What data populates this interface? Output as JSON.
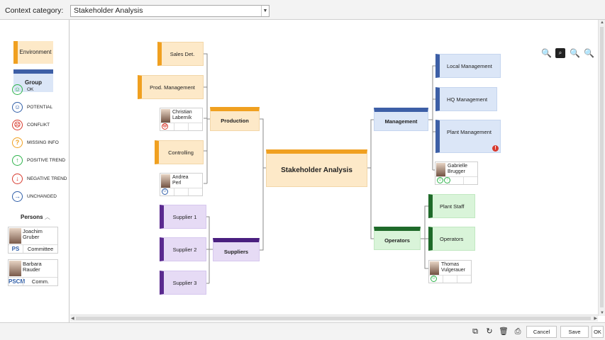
{
  "header": {
    "context_label": "Context category:",
    "context_value": "Stakeholder Analysis"
  },
  "legend": {
    "environment": "Environment",
    "group": "Group",
    "statuses": [
      {
        "label": "OK",
        "symbol": "☺",
        "color": "green"
      },
      {
        "label": "POTENTIAL",
        "symbol": "☺",
        "color": "blue"
      },
      {
        "label": "CONFLIKT",
        "symbol": "☹",
        "color": "red"
      },
      {
        "label": "MISSING INFO",
        "symbol": "?",
        "color": "orange"
      },
      {
        "label": "POSITIVE TREND",
        "symbol": "↑",
        "color": "green"
      },
      {
        "label": "NEGATIVE TREND",
        "symbol": "↓",
        "color": "red"
      },
      {
        "label": "UNCHANGED",
        "symbol": "→",
        "color": "blue"
      }
    ],
    "persons_header": "Persons",
    "persons": [
      {
        "name": "Joachim Gruber",
        "line1": "Joachim",
        "line2": "Gruber",
        "initials": "PS",
        "role": "Committee"
      },
      {
        "name": "Barbara Rauder",
        "line1": "Barbara",
        "line2": "Rauder",
        "initials": "PSCM",
        "role": "Comm."
      }
    ]
  },
  "diagram": {
    "center": "Stakeholder Analysis",
    "left_groups": {
      "production": {
        "label": "Production",
        "items": [
          "Sales Det.",
          "Prod. Management",
          "Controlling"
        ],
        "persons": [
          {
            "line1": "Christian",
            "line2": "Laberník",
            "status": "conflict"
          },
          {
            "line1": "Andrea",
            "line2": "Perl",
            "status": "potential"
          }
        ]
      },
      "suppliers": {
        "label": "Suppliers",
        "items": [
          "Supplier 1",
          "Supplier 2",
          "Supplier 3"
        ]
      }
    },
    "right_groups": {
      "management": {
        "label": "Management",
        "items": [
          "Local Management",
          "HQ Management",
          "Plant Management"
        ],
        "persons": [
          {
            "line1": "Gabrielle",
            "line2": "Brugger",
            "status": "ok-positive"
          }
        ]
      },
      "operators": {
        "label": "Operators",
        "items": [
          "Plant Staff",
          "Operators"
        ],
        "persons": [
          {
            "line1": "Thomas",
            "line2": "Vulgerauer",
            "status": "ok"
          }
        ]
      }
    },
    "warning_symbol": "!"
  },
  "toolbar": {
    "cancel": "Cancel",
    "save": "Save",
    "ok": "OK"
  },
  "colors": {
    "environment": "#f0a020",
    "group": "#3d5fa6",
    "suppliers": "#5a2a8f",
    "operators": "#1f6a2a"
  }
}
